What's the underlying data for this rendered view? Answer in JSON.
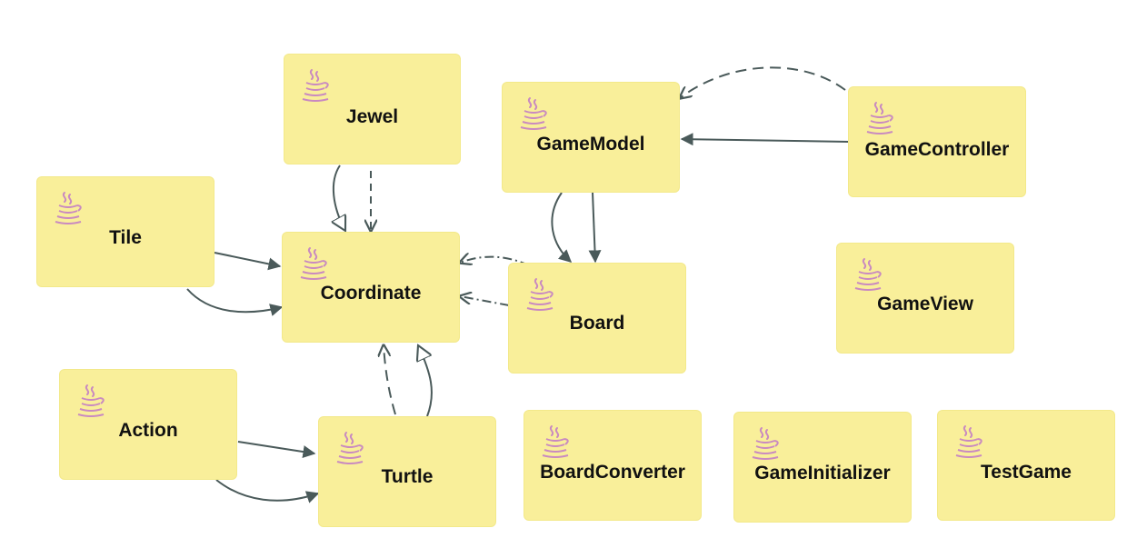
{
  "colors": {
    "box_fill": "#f9ef9a",
    "edge": "#4a5a5a",
    "icon": "#c98ac0"
  },
  "icon_name": "java-coffee-cup-icon",
  "classes": {
    "jewel": "Jewel",
    "game_model": "GameModel",
    "game_controller": "GameController",
    "tile": "Tile",
    "coordinate": "Coordinate",
    "board": "Board",
    "game_view": "GameView",
    "action": "Action",
    "turtle": "Turtle",
    "board_converter": "BoardConverter",
    "game_initializer": "GameInitializer",
    "test_game": "TestGame"
  },
  "relations": [
    {
      "from": "Jewel",
      "to": "Coordinate",
      "kind": "generalization"
    },
    {
      "from": "Jewel",
      "to": "Coordinate",
      "kind": "dependency"
    },
    {
      "from": "Tile",
      "to": "Coordinate",
      "kind": "association"
    },
    {
      "from": "Tile",
      "to": "Coordinate",
      "kind": "association"
    },
    {
      "from": "Board",
      "to": "Coordinate",
      "kind": "dependency"
    },
    {
      "from": "Board",
      "to": "Coordinate",
      "kind": "dependency"
    },
    {
      "from": "GameModel",
      "to": "Board",
      "kind": "association"
    },
    {
      "from": "GameModel",
      "to": "Board",
      "kind": "association"
    },
    {
      "from": "GameController",
      "to": "GameModel",
      "kind": "association"
    },
    {
      "from": "GameController",
      "to": "GameModel",
      "kind": "dependency"
    },
    {
      "from": "Turtle",
      "to": "Coordinate",
      "kind": "generalization"
    },
    {
      "from": "Turtle",
      "to": "Coordinate",
      "kind": "dependency"
    },
    {
      "from": "Action",
      "to": "Turtle",
      "kind": "association"
    },
    {
      "from": "Action",
      "to": "Turtle",
      "kind": "association"
    }
  ]
}
